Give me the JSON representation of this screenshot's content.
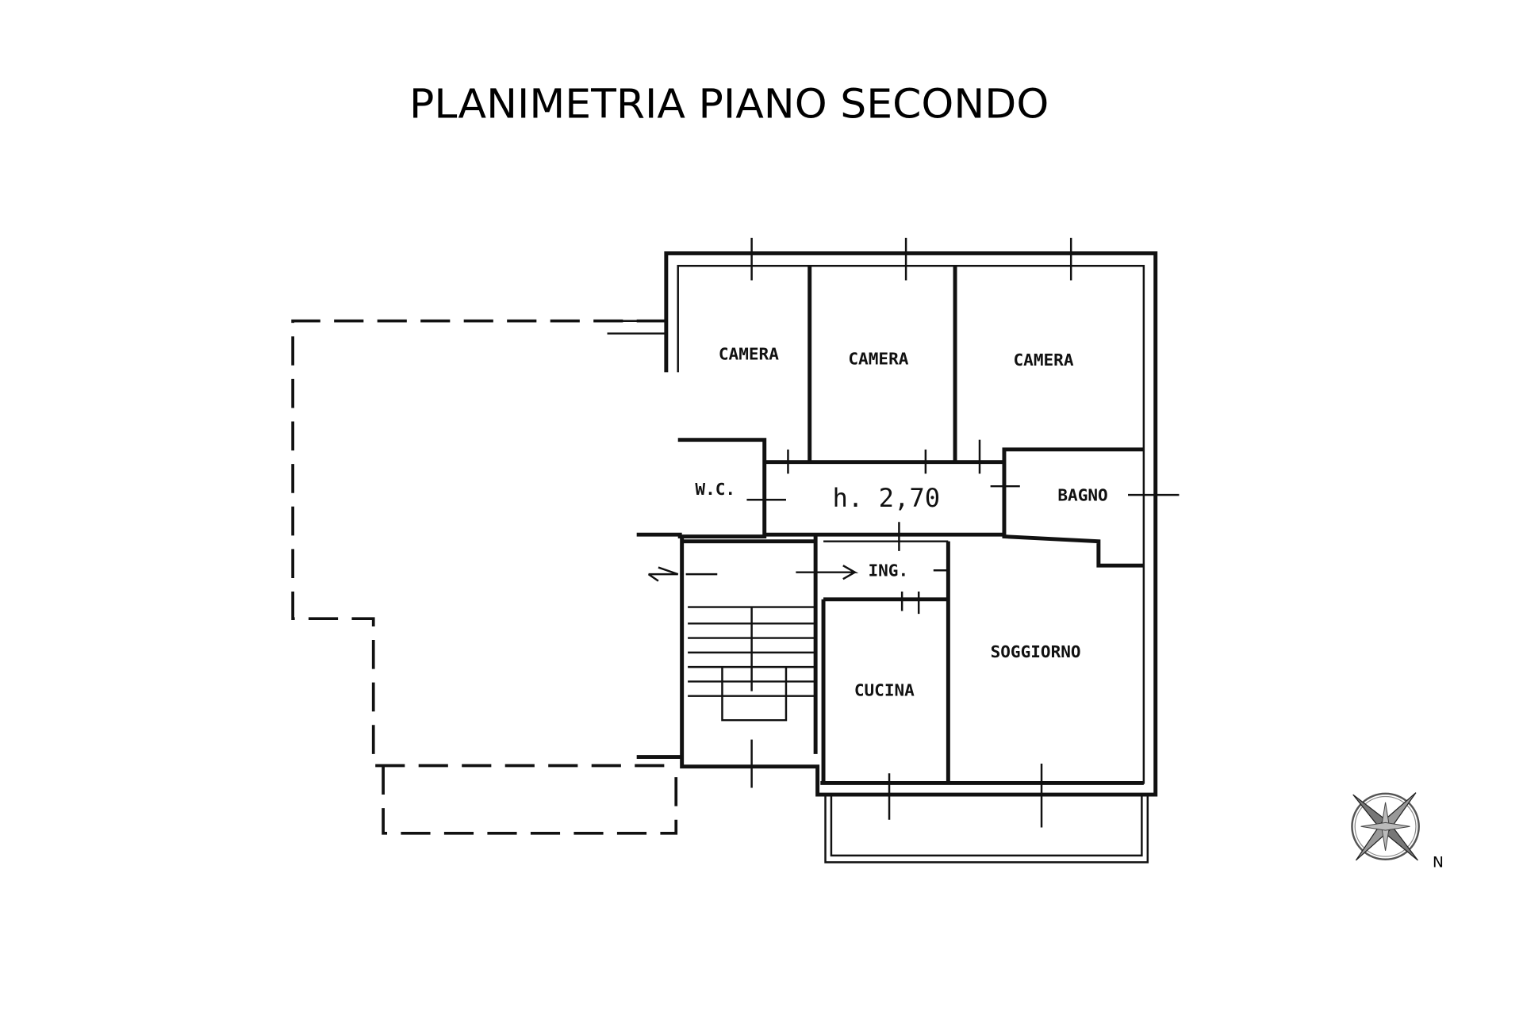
{
  "title": "PLANIMETRIA PIANO SECONDO",
  "rooms": {
    "camera_1": "CAMERA",
    "camera_2": "CAMERA",
    "camera_3": "CAMERA",
    "wc": "W.C.",
    "corridor_height": "h. 2,70",
    "bagno": "BAGNO",
    "ingresso": "ING.",
    "cucina": "CUCINA",
    "soggiorno": "SOGGIORNO"
  },
  "compass": {
    "north_label": "N"
  }
}
